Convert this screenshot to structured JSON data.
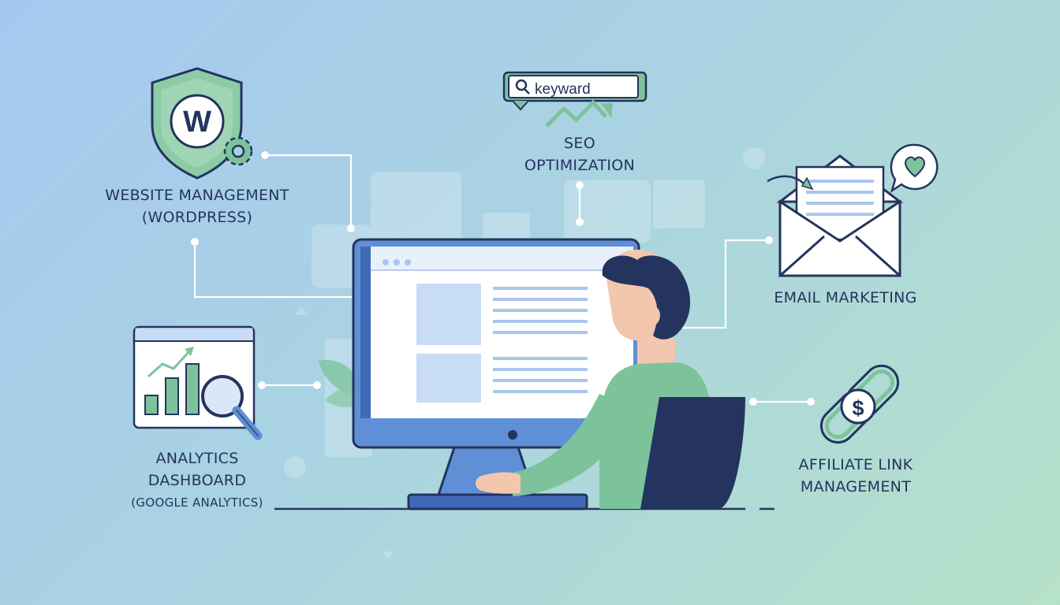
{
  "diagram": {
    "center": {
      "description_icon": "person-at-computer"
    },
    "nodes": [
      {
        "id": "website",
        "icon": "wordpress-shield-icon",
        "icon_letter": "W",
        "title": "WEBSITE MANAGEMENT",
        "subtitle": "(WORDPRESS)"
      },
      {
        "id": "seo",
        "icon": "keyword-search-bar-icon",
        "search_text": "keyward",
        "title": "SEO",
        "subtitle": "OPTIMIZATION"
      },
      {
        "id": "email",
        "icon": "open-envelope-icon",
        "title": "EMAIL MARKETING"
      },
      {
        "id": "analytics",
        "icon": "bar-chart-magnifier-icon",
        "title": "ANALYTICS",
        "subtitle": "DASHBOARD",
        "note": "(GOOGLE ANALYTICS)"
      },
      {
        "id": "affiliate",
        "icon": "dollar-chain-link-icon",
        "icon_symbol": "$",
        "title": "AFFILIATE LINK",
        "subtitle": "MANAGEMENT"
      }
    ]
  },
  "colors": {
    "navy": "#24345e",
    "green": "#7cc39c",
    "monitor_blue": "#5f8fd6",
    "connector": "#ffffff"
  }
}
